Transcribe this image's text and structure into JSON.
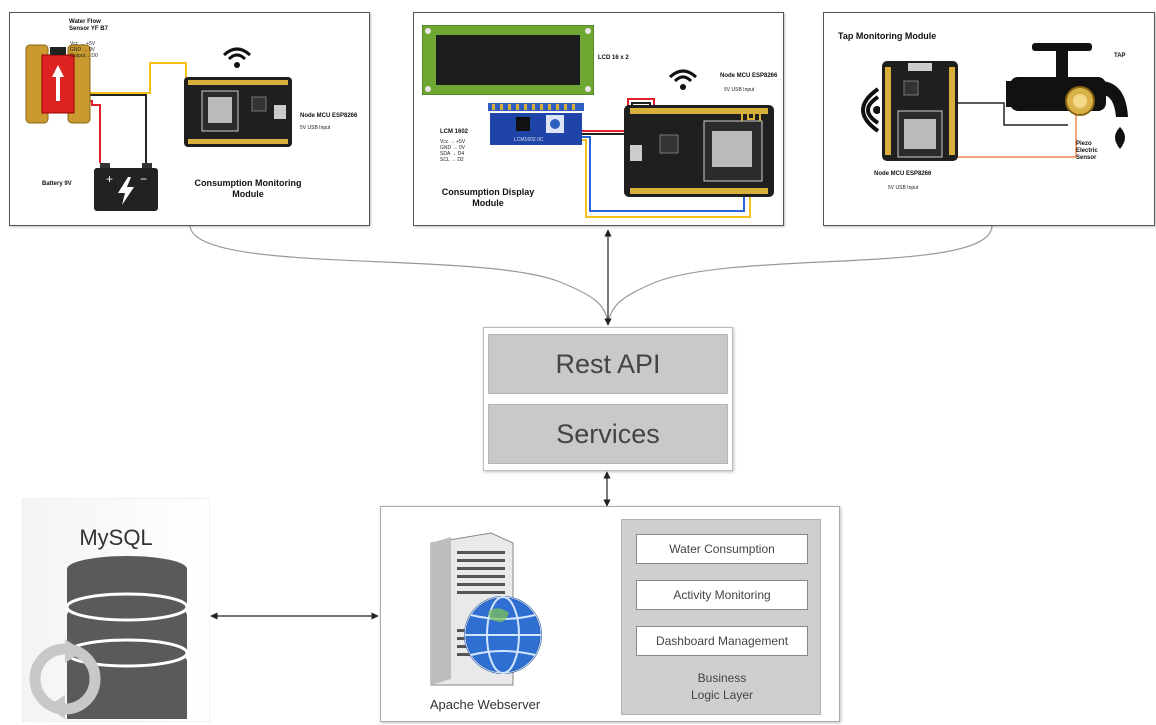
{
  "consumption_monitoring": {
    "sensor_title": "Water Flow Sensor YF B7",
    "sensor_pins": [
      "Vcc → +5V",
      "GND → 0V",
      "Output→ D0"
    ],
    "mcu_label": "Node MCU ESP8266",
    "mcu_input": "5V USB Input",
    "battery_label": "Battery 9V",
    "title": "Consumption Monitoring Module"
  },
  "consumption_display": {
    "lcd_label": "LCD 16 x 2",
    "lcm_title": "LCM 1602",
    "lcm_pins": [
      "Vcc → +5V",
      "GND → 0V",
      "SDA → D4",
      "SCL → D2"
    ],
    "i2c_chip": "LCM1602 IIC",
    "mcu_label": "Node MCU ESP8266",
    "mcu_input": "5V USB Input",
    "title": "Consumption Display Module"
  },
  "tap_monitoring": {
    "title": "Tap Monitoring Module",
    "tap_label": "TAP",
    "sensor_label": "Piezo Electric Sensor",
    "mcu_label": "Node MCU ESP8266",
    "mcu_input": "5V USB Input"
  },
  "services": {
    "rest_api": "Rest API",
    "services": "Services"
  },
  "database": {
    "label": "MySQL"
  },
  "webserver": {
    "label": "Apache Webserver",
    "business_logic": {
      "items": [
        "Water Consumption",
        "Activity Monitoring",
        "Dashboard Management"
      ],
      "label": "Business Logic Layer"
    }
  }
}
